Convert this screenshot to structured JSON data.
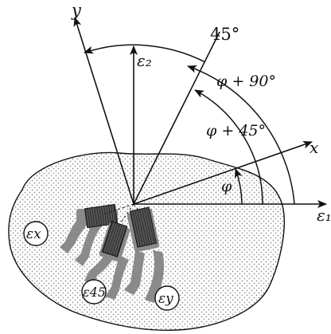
{
  "diagram": {
    "axes": {
      "y_label": "y",
      "x_label": "x",
      "epsilon_2_label": "ε₂",
      "epsilon_1_label": "ε₁"
    },
    "angles": {
      "top_angle": "45°",
      "phi_plus_90": "φ + 90°",
      "phi_plus_45": "φ + 45°",
      "phi": "φ"
    },
    "gauges": {
      "gauge_x": "εx",
      "gauge_45": "ε45",
      "gauge_y": "εy"
    },
    "colors": {
      "ink": "#111111",
      "gauge_grey": "#8a8a8a",
      "gauge_dark": "#2a2a2a",
      "dot_fill": "#f4f4f4"
    }
  }
}
